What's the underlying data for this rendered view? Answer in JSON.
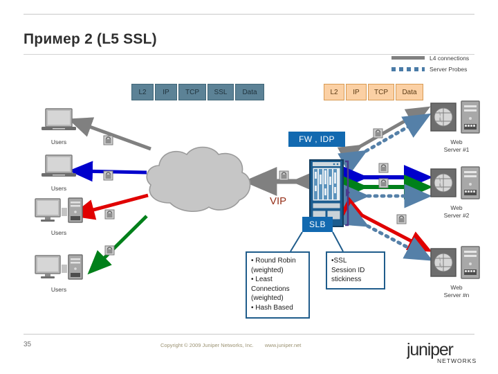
{
  "slide": {
    "title": "Пример 2 (L5 SSL)",
    "page_number": "35",
    "copyright": "Copyright © 2009 Juniper Networks, Inc.",
    "url": "www.juniper.net",
    "logo_wordmark": "juniper",
    "logo_subtext": "NETWORKS"
  },
  "legend": {
    "items": [
      {
        "label": "L4 connections",
        "style": "solid",
        "color": "#808080"
      },
      {
        "label": "Server Probes",
        "style": "dotted",
        "color": "#4a7ba7"
      }
    ]
  },
  "protocol_stacks": [
    {
      "name": "client-side-stack",
      "color": "#5c8296",
      "cells": [
        {
          "label": "L2",
          "width": 32
        },
        {
          "label": "IP",
          "width": 32
        },
        {
          "label": "TCP",
          "width": 40
        },
        {
          "label": "SSL",
          "width": 38
        },
        {
          "label": "Data",
          "width": 42
        }
      ]
    },
    {
      "name": "server-side-stack",
      "color": "#fbd0a4",
      "cells": [
        {
          "label": "L2",
          "width": 30
        },
        {
          "label": "IP",
          "width": 30
        },
        {
          "label": "TCP",
          "width": 38
        },
        {
          "label": "Data",
          "width": 40
        }
      ]
    }
  ],
  "device": {
    "top_label": "FW , IDP",
    "bottom_label": "SLB",
    "vip_label": "VIP"
  },
  "endpoints": [
    {
      "label": "Users",
      "icon": "laptop-icon"
    },
    {
      "label": "Users",
      "icon": "laptop-icon"
    },
    {
      "label": "Users",
      "icon": "desktop-icon"
    },
    {
      "label": "Users",
      "icon": "desktop-icon"
    }
  ],
  "servers": [
    {
      "line1": "Web",
      "line2": "Server #1",
      "icon": "web-server-icon"
    },
    {
      "line1": "Web",
      "line2": "Server #2",
      "icon": "web-server-icon"
    },
    {
      "line1": "Web",
      "line2": "Server #n",
      "icon": "web-server-icon"
    }
  ],
  "callouts": {
    "load_balancing": {
      "lines": [
        "• Round Robin",
        "(weighted)",
        "• Least",
        "Connections",
        "(weighted)",
        "• Hash Based"
      ]
    },
    "ssl": {
      "lines": [
        "•SSL",
        "Session ID",
        "stickiness"
      ]
    }
  },
  "connections": [
    {
      "name": "gray-session",
      "color": "#808080"
    },
    {
      "name": "blue-session",
      "color": "#0000cc"
    },
    {
      "name": "green-session",
      "color": "#00801a"
    },
    {
      "name": "red-session",
      "color": "#e00000"
    },
    {
      "name": "probe",
      "color": "#5580a8"
    }
  ]
}
